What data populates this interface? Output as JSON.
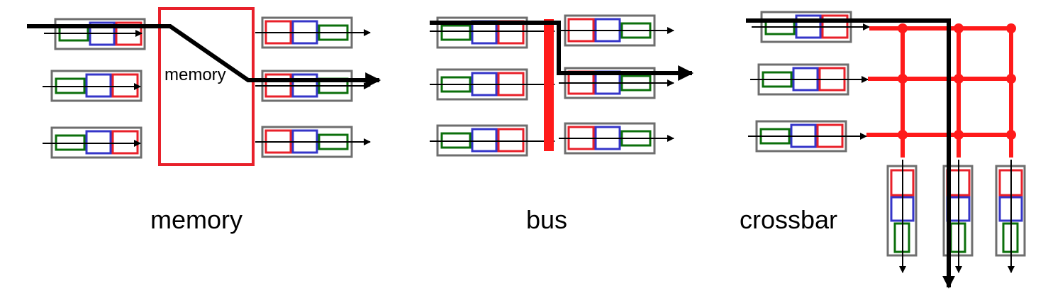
{
  "labels": {
    "memory_box": "memory",
    "memory": "memory",
    "bus": "bus",
    "crossbar": "crossbar"
  },
  "colors": {
    "frame": "#6e6e6e",
    "red": "#e8202a",
    "blue": "#3535c8",
    "green": "#0b6f0b",
    "fabric": "#ff1a1a",
    "wire": "#000000"
  }
}
